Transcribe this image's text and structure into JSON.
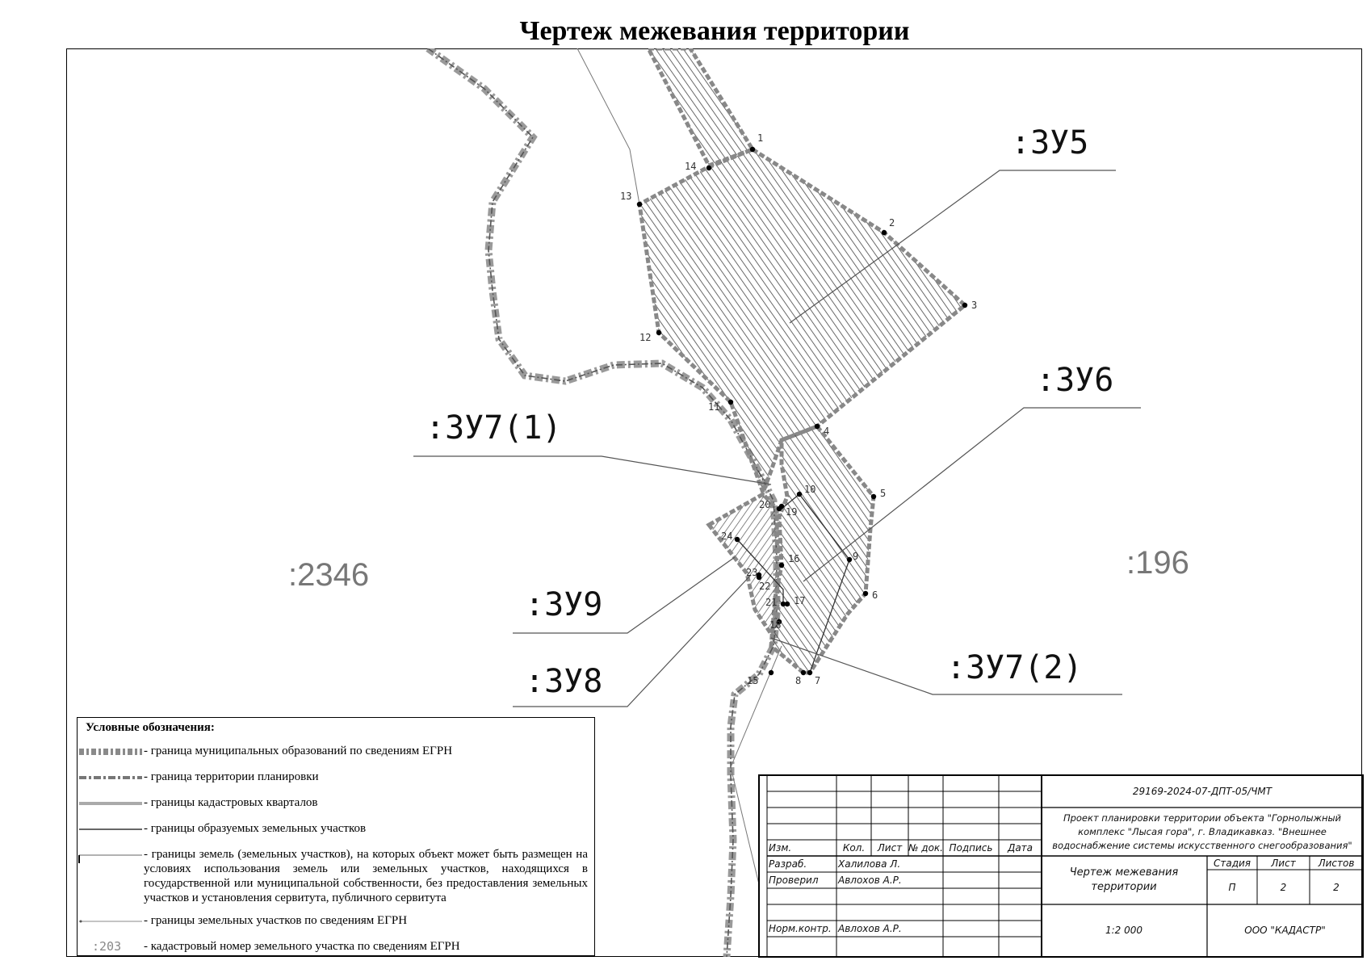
{
  "title": "Чертеж межевания территории",
  "parcels": [
    {
      "id": "zu5",
      "label": ":ЗУ5"
    },
    {
      "id": "zu6",
      "label": ":ЗУ6"
    },
    {
      "id": "zu7_1",
      "label": ":ЗУ7(1)"
    },
    {
      "id": "zu7_2",
      "label": ":ЗУ7(2)"
    },
    {
      "id": "zu8",
      "label": ":ЗУ8"
    },
    {
      "id": "zu9",
      "label": ":ЗУ9"
    }
  ],
  "cadastral_quarters": [
    ":2346",
    ":196"
  ],
  "point_numbers": [
    "1",
    "2",
    "3",
    "4",
    "5",
    "6",
    "7",
    "8",
    "9",
    "10",
    "11",
    "12",
    "13",
    "14",
    "15",
    "16",
    "17",
    "18",
    "19",
    "20",
    "21",
    "22",
    "23",
    "24"
  ],
  "legend": {
    "title": "Условные обозначения:",
    "items": [
      "- граница муниципальных образований по сведениям ЕГРН",
      "- граница территории планировки",
      "- границы кадастровых кварталов",
      "- границы образуемых земельных участков",
      "- границы земель (земельных участков), на которых объект может быть размещен на условиях использования земель или земельных участков, находящихся в государственной или муниципальной собственности, без предоставления земельных участков и установления сервитута, публичного сервитута",
      "- границы земельных участков по сведениям ЕГРН",
      "- кадастровый номер земельного участка по сведениям ЕГРН"
    ],
    "sample_number": ":203"
  },
  "stamp": {
    "doc_code": "29169-2024-07-ДПТ-05/ЧМТ",
    "project": "Проект планировки территории объекта \"Горнолыжный комплекс \"Лысая гора\", г. Владикавказ. \"Внешнее водоснабжение системы искусственного снегообразования\"",
    "headers": {
      "izm": "Изм.",
      "kol": "Кол.",
      "list": "Лист",
      "ndok": "№ док.",
      "podpis": "Подпись",
      "data": "Дата"
    },
    "roles": [
      {
        "role": "Разраб.",
        "name": "Халилова Л."
      },
      {
        "role": "Проверил",
        "name": "Авлохов А.Р."
      },
      {
        "role": "Норм.контр.",
        "name": "Авлохов А.Р."
      }
    ],
    "sheet_title": "Чертеж межевания территории",
    "stage_label": "Стадия",
    "sheet_label": "Лист",
    "sheets_label": "Листов",
    "stage": "П",
    "sheet": "2",
    "sheets": "2",
    "scale": "1:2 000",
    "company": "ООО \"КАДАСТР\""
  }
}
